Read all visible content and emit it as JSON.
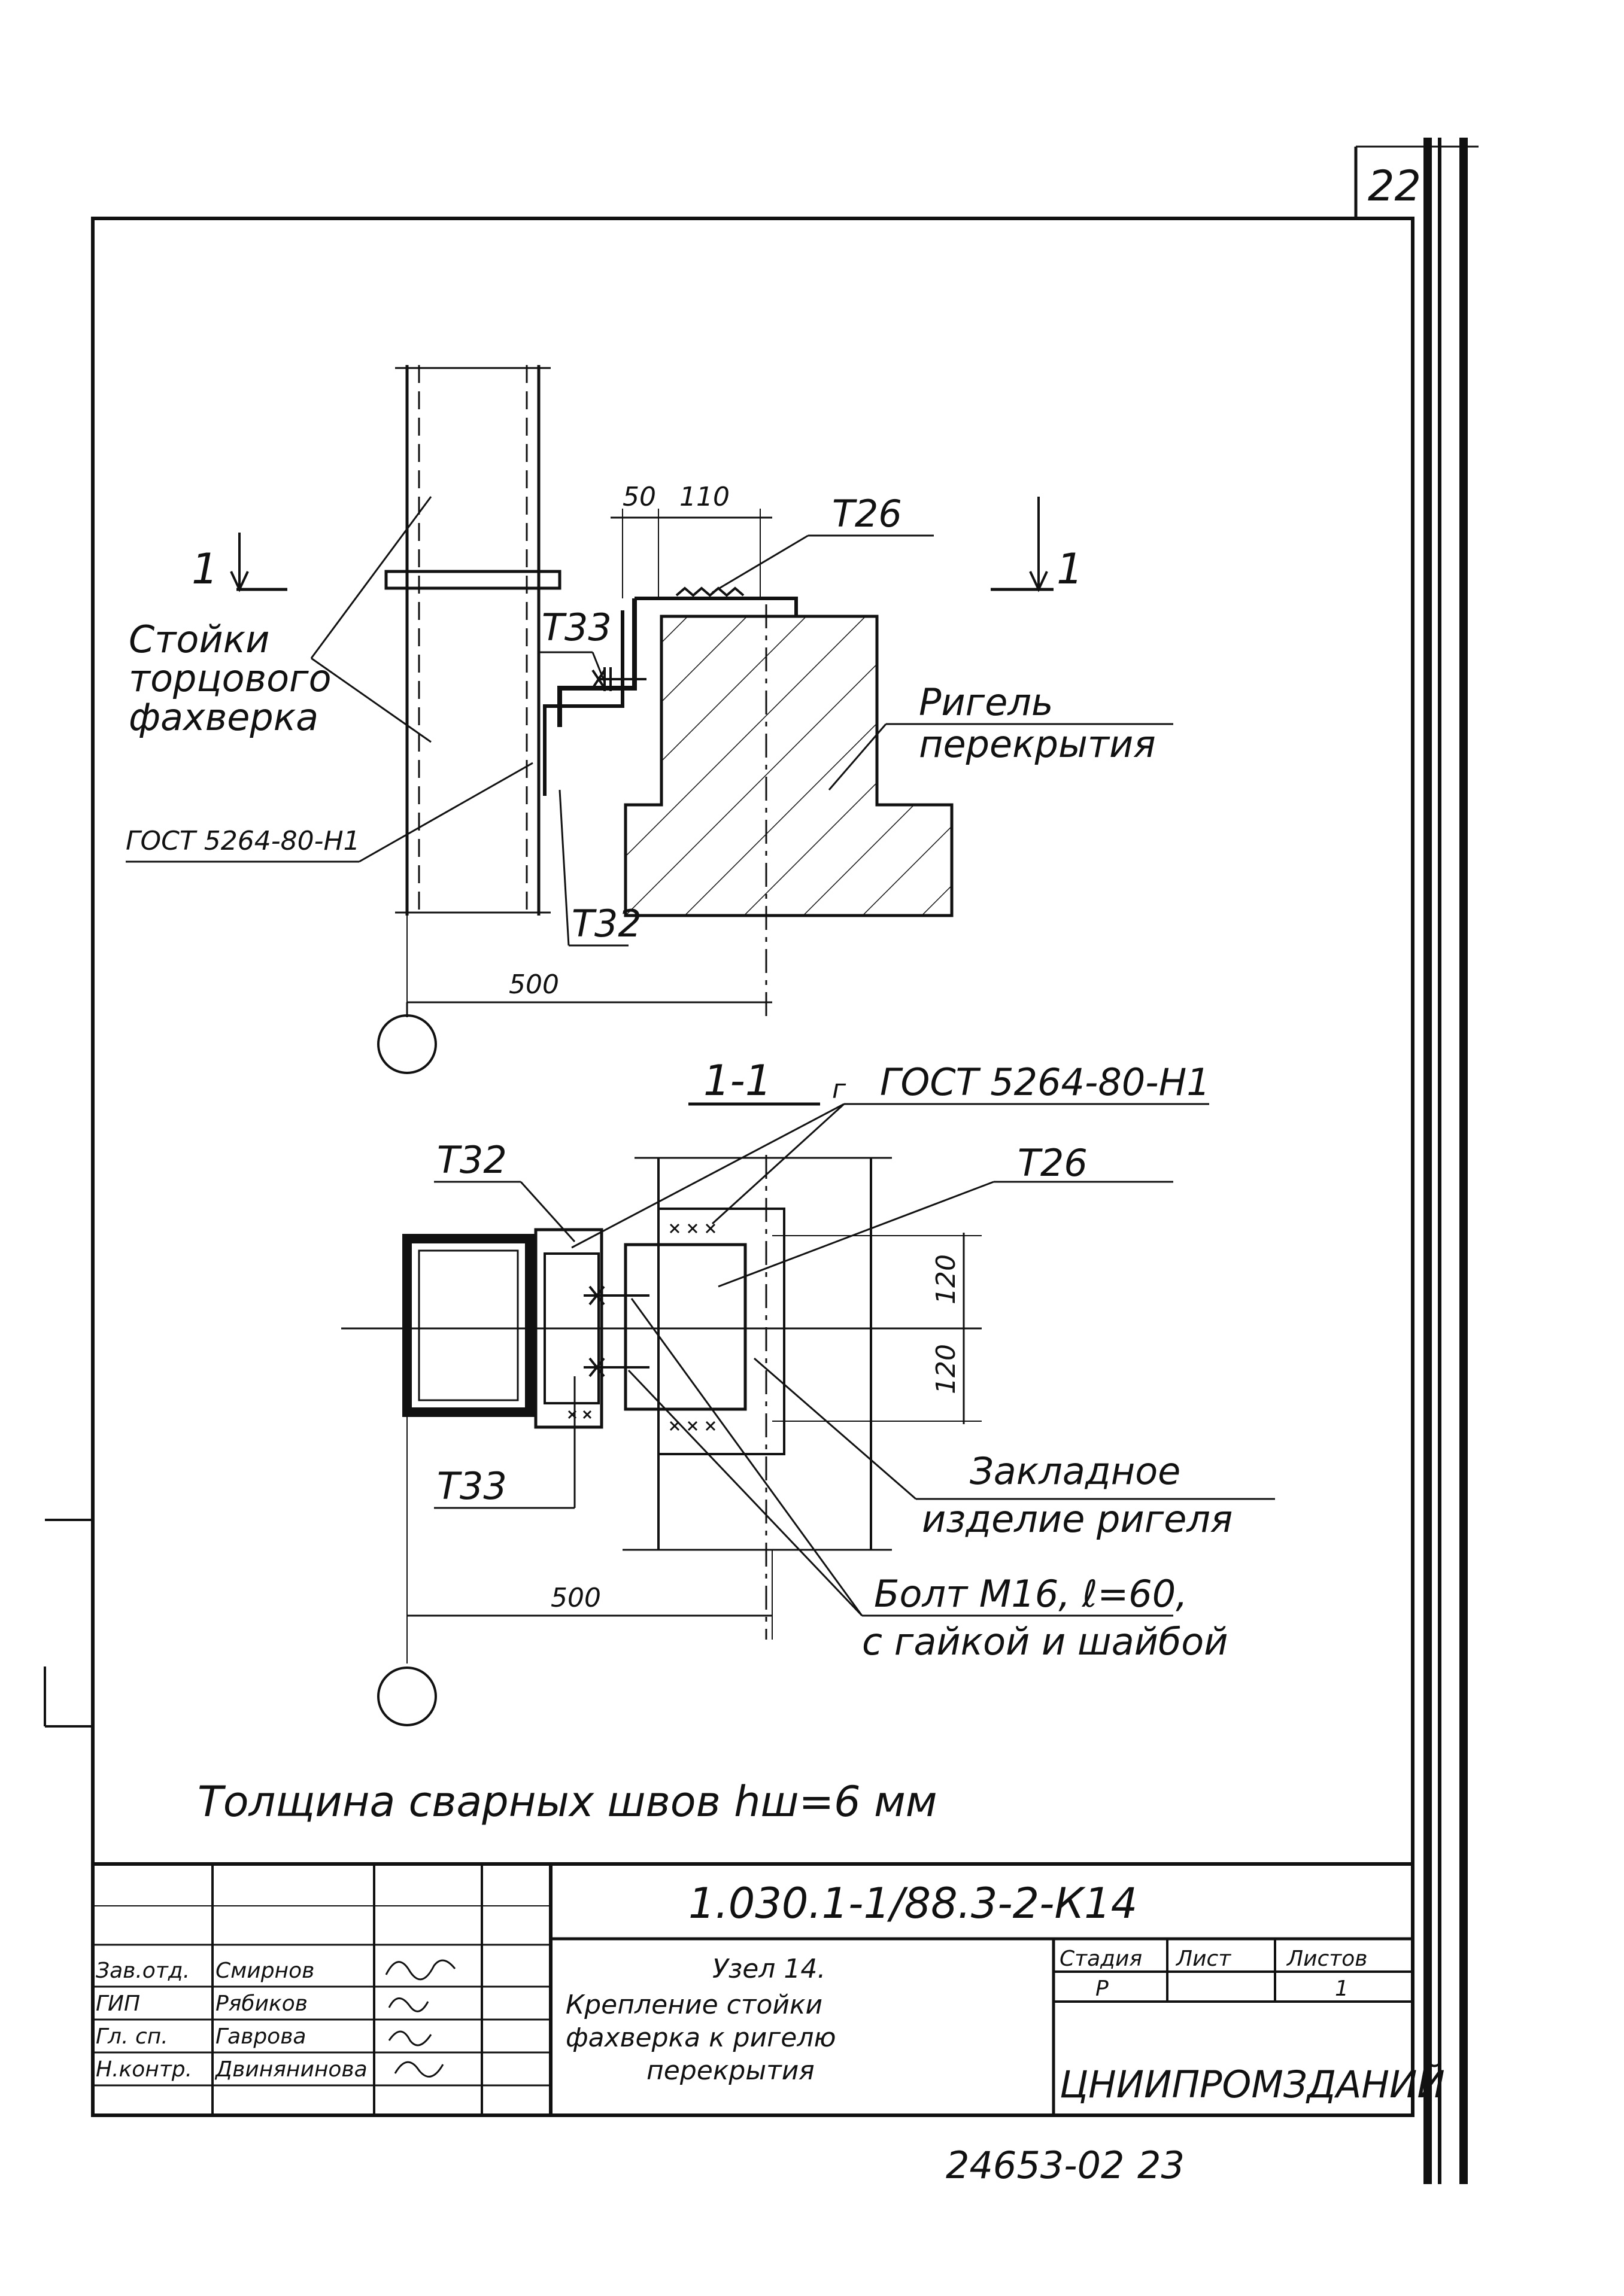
{
  "sheet": {
    "page_number": "22",
    "bottom_number": "24653-02",
    "bottom_sheet": "23"
  },
  "elevation": {
    "section_mark_left": "1",
    "section_mark_right": "1",
    "label_posts_line1": "Стойки",
    "label_posts_line2": "торцового",
    "label_posts_line3": "фахверка",
    "label_girder_line1": "Ригель",
    "label_girder_line2": "перекрытия",
    "label_weld": "ГОСТ 5264-80-Н1",
    "tag_t26": "Т26",
    "tag_t33": "Т33",
    "tag_t32": "Т32",
    "dim_50": "50",
    "dim_110": "110",
    "dim_500": "500"
  },
  "section": {
    "title": "1-1",
    "weld_mark": "г",
    "label_weld": "ГОСТ 5264-80-Н1",
    "tag_t32": "Т32",
    "tag_t26": "Т26",
    "tag_t33": "Т33",
    "label_embedded_line1": "Закладное",
    "label_embedded_line2": "изделие ригеля",
    "label_bolt_line1": "Болт М16, ℓ=60,",
    "label_bolt_line2": "с гайкой и шайбой",
    "dim_120_top": "120",
    "dim_120_bottom": "120",
    "dim_500": "500"
  },
  "note": "Толщина сварных швов hш=6 мм",
  "title_block": {
    "code": "1.030.1-1/88.3-2-К14",
    "rows": [
      {
        "role": "Зав.отд.",
        "name": "Смирнов"
      },
      {
        "role": "ГИП",
        "name": "Рябиков"
      },
      {
        "role": "Гл. сп.",
        "name": "Гаврова"
      },
      {
        "role": "Н.контр.",
        "name": "Двинянинова"
      }
    ],
    "node_title": "Узел 14.",
    "desc_line1": "Крепление стойки",
    "desc_line2": "фахверка к ригелю",
    "desc_line3": "перекрытия",
    "stage_header": "Стадия",
    "sheet_header": "Лист",
    "sheets_header": "Листов",
    "stage_value": "Р",
    "sheet_value": "",
    "sheets_value": "1",
    "organization": "ЦНИИПРОМЗДАНИЙ"
  }
}
